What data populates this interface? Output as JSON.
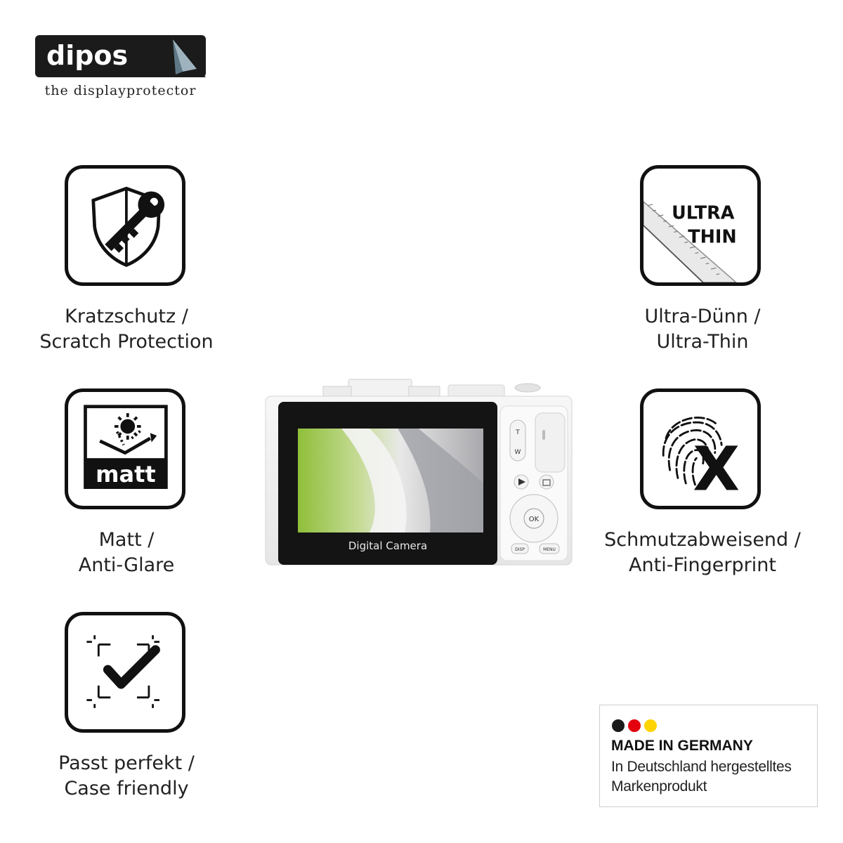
{
  "brand": {
    "name": "dipos",
    "tagline": "the displayprotector"
  },
  "features": [
    {
      "id": "scratch",
      "icon": "shield-key-icon",
      "line1": "Kratzschutz /",
      "line2": "Scratch Protection"
    },
    {
      "id": "matt",
      "icon": "matt-sun-icon",
      "icon_text": "matt",
      "line1": "Matt /",
      "line2": "Anti-Glare"
    },
    {
      "id": "fit",
      "icon": "check-frame-icon",
      "line1": "Passt perfekt /",
      "line2": "Case friendly"
    },
    {
      "id": "thin",
      "icon": "ruler-ultra-thin-icon",
      "icon_text_1": "ULTRA",
      "icon_text_2": "THIN",
      "line1": "Ultra-Dünn /",
      "line2": "Ultra-Thin"
    },
    {
      "id": "fingerprint",
      "icon": "fingerprint-x-icon",
      "icon_text": "X",
      "line1": "Schmutzabweisend /",
      "line2": "Anti-Fingerprint"
    }
  ],
  "camera": {
    "screen_text": "Digital Camera",
    "btn_t": "T",
    "btn_w": "W",
    "btn_ok": "OK",
    "btn_disp": "DISP",
    "btn_menu": "MENU"
  },
  "made_in": {
    "title": "MADE IN GERMANY",
    "line1": "In Deutschland hergestelltes",
    "line2": "Markenprodukt",
    "flag_colors": [
      "#1a1a1a",
      "#e3000f",
      "#ffd400"
    ]
  },
  "colors": {
    "ink": "#111111",
    "screen_green": "#8fbf3a"
  }
}
